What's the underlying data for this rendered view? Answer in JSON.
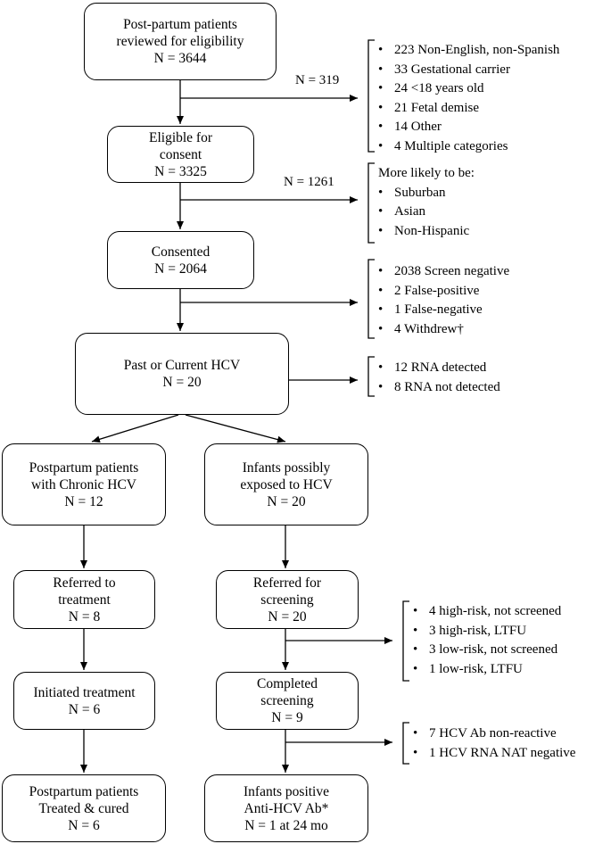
{
  "boxes": {
    "review": [
      "Post-partum patients",
      "reviewed for eligibility",
      "N = 3644"
    ],
    "eligible": [
      "Eligible for",
      "consent",
      "N = 3325"
    ],
    "consented": [
      "Consented",
      "N = 2064"
    ],
    "hcv": [
      "Past or Current HCV",
      "N = 20"
    ],
    "chronic": [
      "Postpartum patients",
      "with Chronic HCV",
      "N = 12"
    ],
    "infants_exposed": [
      "Infants possibly",
      "exposed to HCV",
      "N = 20"
    ],
    "referred_treatment": [
      "Referred to",
      "treatment",
      "N = 8"
    ],
    "referred_screening": [
      "Referred for",
      "screening",
      "N = 20"
    ],
    "initiated": [
      "Initiated treatment",
      "N = 6"
    ],
    "completed": [
      "Completed",
      "screening",
      "N = 9"
    ],
    "cured": [
      "Postpartum patients",
      "Treated & cured",
      "N = 6"
    ],
    "infants_positive": [
      "Infants positive",
      "Anti-HCV Ab*",
      "N = 1 at 24 mo"
    ]
  },
  "labels": {
    "excluded1": "N = 319",
    "excluded2": "N = 1261"
  },
  "notes": {
    "ineligible": [
      "223 Non-English, non-Spanish",
      "33 Gestational carrier",
      "24 <18 years old",
      "21 Fetal demise",
      "14 Other",
      "4 Multiple categories"
    ],
    "not_consented_head": "More likely to be:",
    "not_consented": [
      "Suburban",
      "Asian",
      "Non-Hispanic"
    ],
    "screen_results": [
      "2038 Screen negative",
      "2 False-positive",
      "1 False-negative",
      "4 Withdrew†"
    ],
    "rna": [
      "12 RNA detected",
      "8 RNA not detected"
    ],
    "not_screened": [
      "4 high-risk, not screened",
      "3 high-risk, LTFU",
      "3 low-risk, not screened",
      "1 low-risk, LTFU"
    ],
    "screen_neg": [
      "7 HCV Ab non-reactive",
      "1 HCV RNA NAT negative"
    ]
  }
}
